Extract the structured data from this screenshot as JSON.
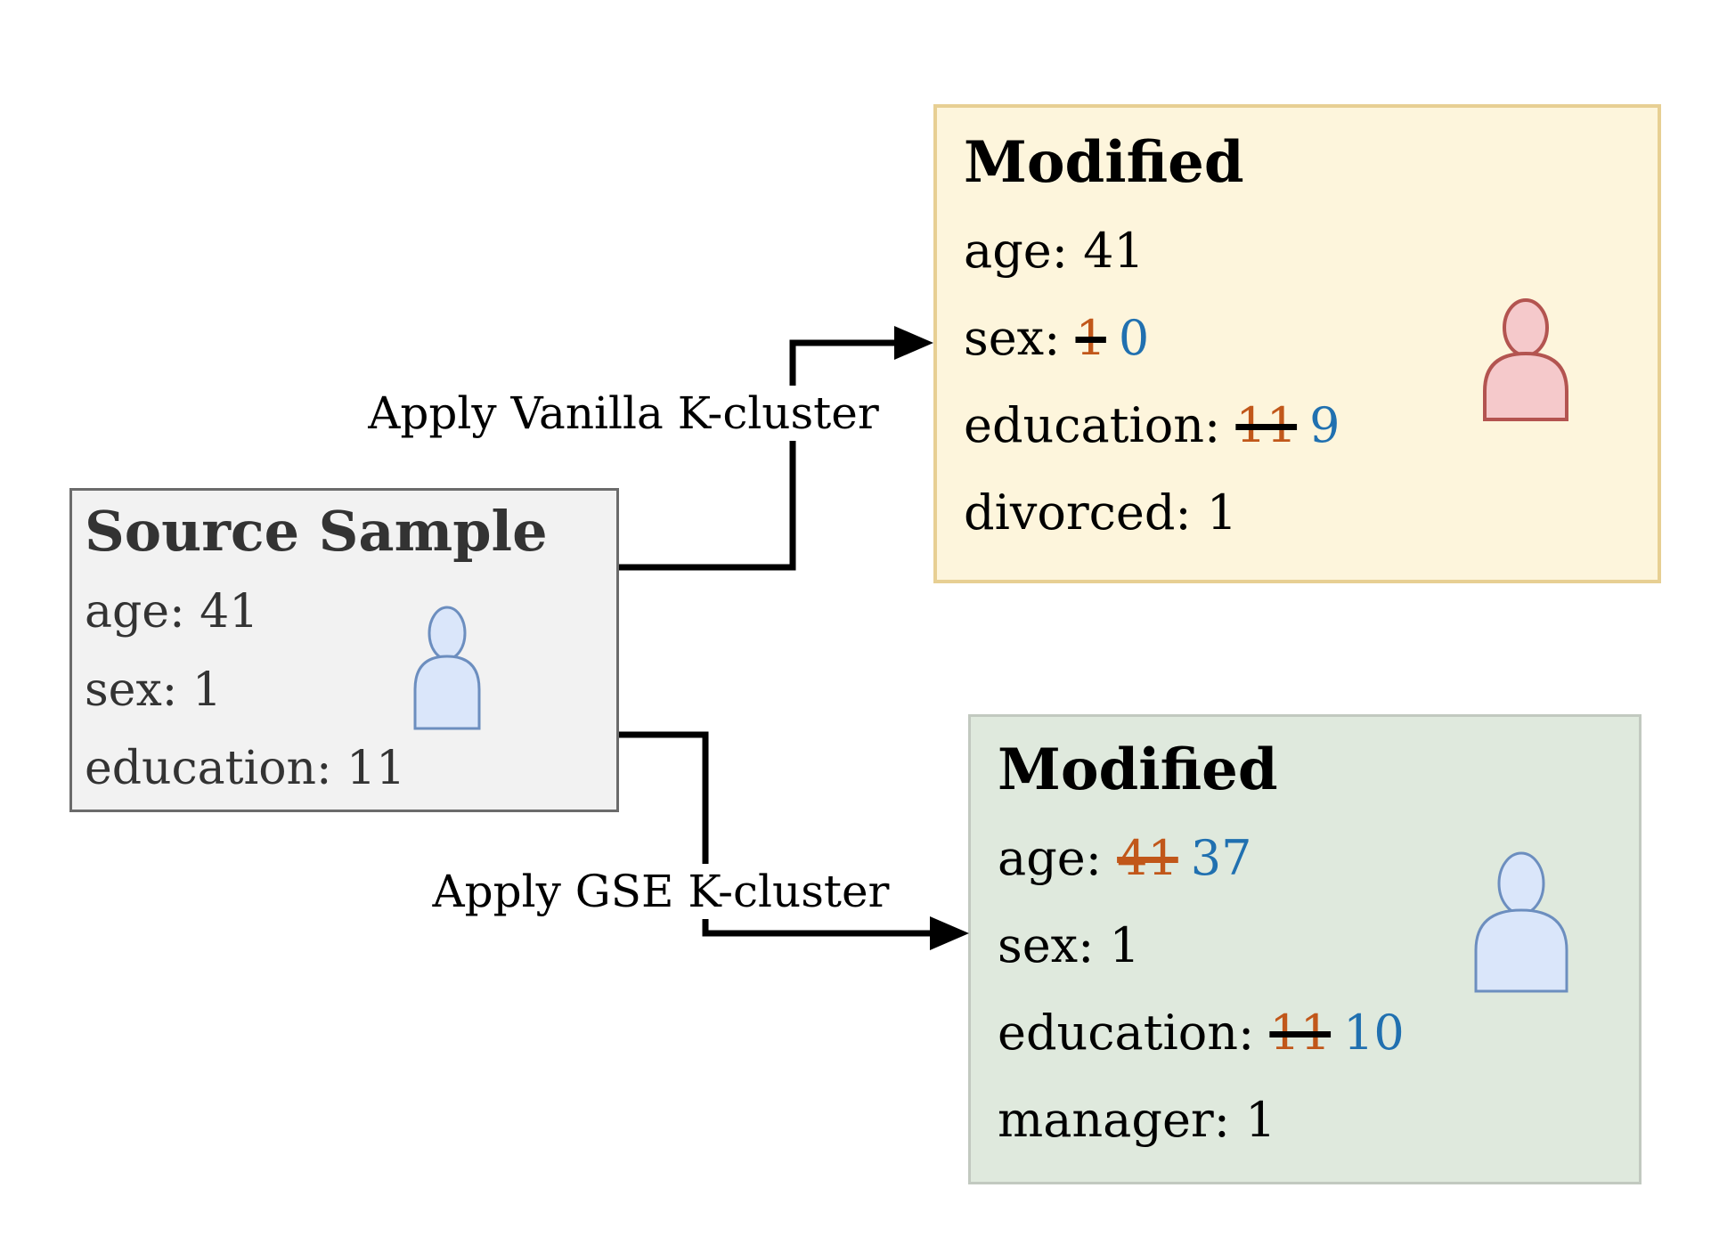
{
  "colors": {
    "old_value": "#c1571a",
    "new_value": "#2070b0",
    "text_dark": "#333333",
    "arrow": "#000000",
    "source_fill": "#f2f2f2",
    "source_border": "#6b6b6b",
    "vanilla_fill": "#fdf5dc",
    "vanilla_border": "#e7cf93",
    "gse_fill": "#dfe9dd",
    "gse_border": "#c2c9c0",
    "person_blue_fill": "#dae6fa",
    "person_blue_stroke": "#6c8ebf",
    "person_pink_fill": "#f5c9cb",
    "person_pink_stroke": "#b35450"
  },
  "icons": {
    "source_person": "person-icon",
    "vanilla_person": "person-icon",
    "gse_person": "person-icon"
  },
  "source": {
    "title": "Source Sample",
    "row_age": "age: 41",
    "row_sex": "sex: 1",
    "row_education": "education: 11"
  },
  "edges": {
    "vanilla_label": "Apply Vanilla K-cluster",
    "gse_label": "Apply GSE K-cluster"
  },
  "vanilla": {
    "title": "Modified",
    "row_age": "age: 41",
    "sex_label": "sex: ",
    "sex_old": "1",
    "sex_new": "0",
    "education_label": "education: ",
    "education_old": "11",
    "education_new": "9",
    "row_divorced": "divorced: 1"
  },
  "gse": {
    "title": "Modified",
    "age_label": "age: ",
    "age_old": "41",
    "age_new": "37",
    "row_sex": "sex: 1",
    "education_label": "education: ",
    "education_old": "11",
    "education_new": "10",
    "row_manager": "manager: 1"
  }
}
